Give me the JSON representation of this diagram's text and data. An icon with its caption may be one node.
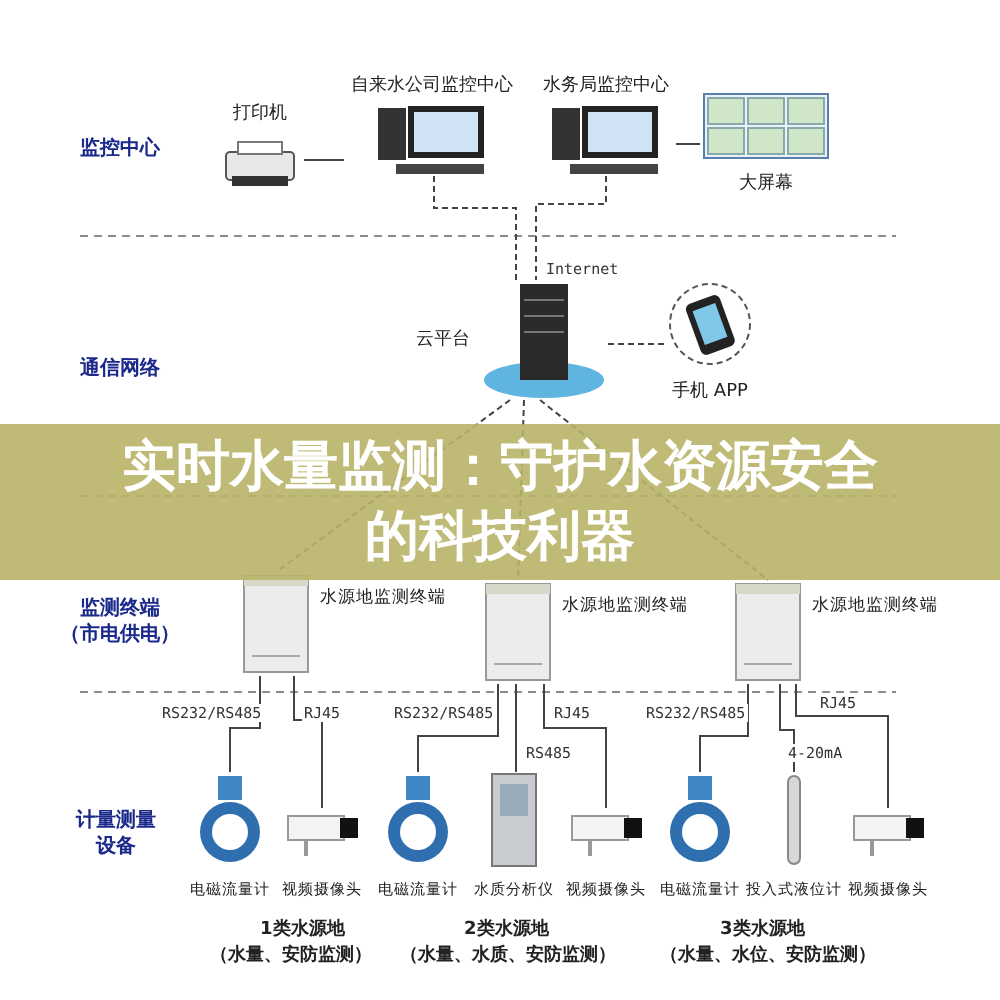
{
  "diagram": {
    "title": "实时水量监测：守护水资源安全的科技利器",
    "nodes": [
      {
        "text": [
          "打印机"
        ]
      },
      {
        "text": [
          "自来水公司监控中心"
        ]
      },
      {
        "text": [
          "水务局监控中心"
        ]
      },
      {
        "text": [
          "大屏幕"
        ]
      },
      {
        "text": [
          "云平台"
        ]
      },
      {
        "text": [
          "手机 APP"
        ]
      },
      {
        "text": [
          "水源地监测终端"
        ]
      },
      {
        "text": [
          "水源地监测终端"
        ]
      },
      {
        "text": [
          "水源地监测终端"
        ]
      },
      {
        "text": [
          "电磁流量计"
        ]
      },
      {
        "text": [
          "视频摄像头"
        ]
      },
      {
        "text": [
          "电磁流量计"
        ]
      },
      {
        "text": [
          "水质分析仪"
        ]
      },
      {
        "text": [
          "视频摄像头"
        ]
      },
      {
        "text": [
          "电磁流量计"
        ]
      },
      {
        "text": [
          "投入式液位计"
        ]
      },
      {
        "text": [
          "视频摄像头"
        ]
      }
    ],
    "edges": [
      {
        "from": 0,
        "to": 1,
        "arrow": "none"
      },
      {
        "from": 2,
        "to": 3,
        "arrow": "none"
      },
      {
        "from": 1,
        "to": 4,
        "arrow": "none",
        "style": "dashed"
      },
      {
        "from": 2,
        "to": 4,
        "arrow": "none",
        "style": "dashed",
        "label": "Internet"
      },
      {
        "from": 4,
        "to": 5,
        "arrow": "none",
        "style": "dashed"
      },
      {
        "from": 4,
        "to": 6,
        "arrow": "none",
        "style": "dashed"
      },
      {
        "from": 4,
        "to": 7,
        "arrow": "none",
        "style": "dashed"
      },
      {
        "from": 4,
        "to": 8,
        "arrow": "none",
        "style": "dashed"
      },
      {
        "from": 6,
        "to": 9,
        "arrow": "none",
        "label": "RS232/RS485"
      },
      {
        "from": 6,
        "to": 10,
        "arrow": "none",
        "label": "RJ45"
      },
      {
        "from": 7,
        "to": 11,
        "arrow": "none",
        "label": "RS232/RS485"
      },
      {
        "from": 7,
        "to": 12,
        "arrow": "none",
        "label": "RS485"
      },
      {
        "from": 7,
        "to": 13,
        "arrow": "none",
        "label": "RJ45"
      },
      {
        "from": 8,
        "to": 14,
        "arrow": "none",
        "label": "RS232/RS485"
      },
      {
        "from": 8,
        "to": 15,
        "arrow": "none",
        "label": "4-20mA"
      },
      {
        "from": 8,
        "to": 16,
        "arrow": "none",
        "label": "RJ45"
      }
    ],
    "labels": [
      "监控中心",
      "通信网络",
      "监测终端",
      "（市电供电）",
      "计量测量设备",
      "1类水源地",
      "（水量、安防监测）",
      "2类水源地",
      "（水量、水质、安防监测）",
      "3类水源地",
      "（水量、水位、安防监测）"
    ]
  }
}
